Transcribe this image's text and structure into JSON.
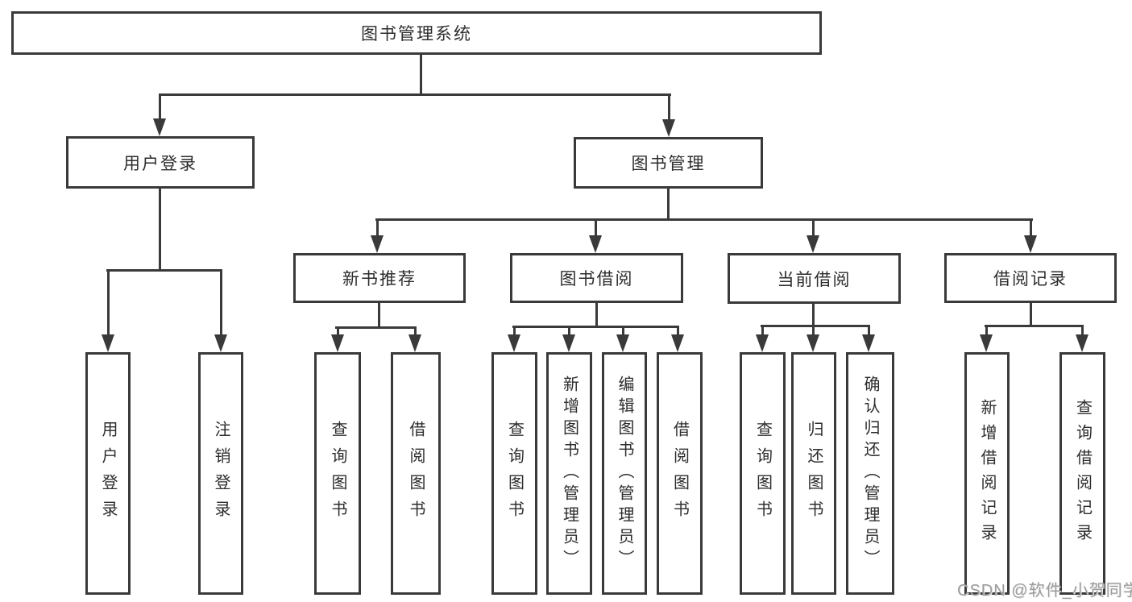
{
  "diagram": {
    "tree": {
      "label": "图书管理系统",
      "children": [
        {
          "label": "用户登录",
          "children": [
            {
              "label": "用户登录"
            },
            {
              "label": "注销登录"
            }
          ]
        },
        {
          "label": "图书管理",
          "children": [
            {
              "label": "新书推荐",
              "children": [
                {
                  "label": "查询图书"
                },
                {
                  "label": "借阅图书"
                }
              ]
            },
            {
              "label": "图书借阅",
              "children": [
                {
                  "label": "查询图书"
                },
                {
                  "label": "新增图书（管理员）"
                },
                {
                  "label": "编辑图书（管理员）"
                },
                {
                  "label": "借阅图书"
                }
              ]
            },
            {
              "label": "当前借阅",
              "children": [
                {
                  "label": "查询图书"
                },
                {
                  "label": "归还图书"
                },
                {
                  "label": "确认归还（管理员）"
                }
              ]
            },
            {
              "label": "借阅记录",
              "children": [
                {
                  "label": "新增借阅记录"
                },
                {
                  "label": "查询借阅记录"
                }
              ]
            }
          ]
        }
      ]
    },
    "colors": {
      "line": "#3a3a3a",
      "box_fill": "#ffffff",
      "text": "#2d2d2d",
      "background": "#ffffff",
      "watermark": "#9c9c9c"
    }
  },
  "watermark": {
    "text": "CSDN @软件_小贺同学"
  }
}
